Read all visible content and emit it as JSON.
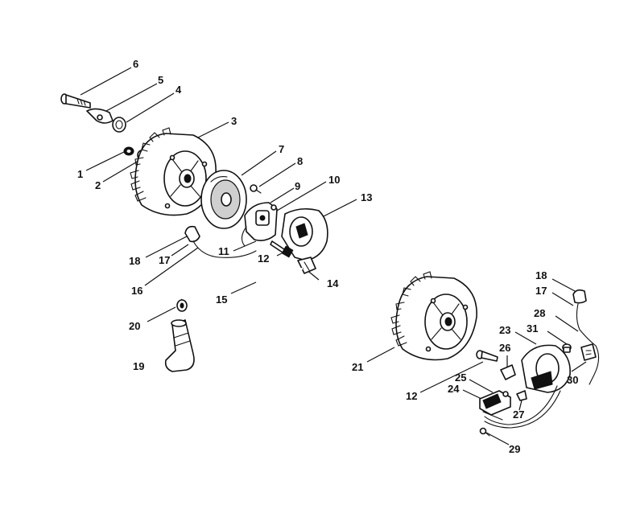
{
  "callouts": {
    "c1": "1",
    "c2": "2",
    "c3": "3",
    "c4": "4",
    "c5": "5",
    "c6": "6",
    "c7": "7",
    "c8": "8",
    "c9": "9",
    "c10": "10",
    "c11": "11",
    "c12a": "12",
    "c12b": "12",
    "c13": "13",
    "c14": "14",
    "c15": "15",
    "c16": "16",
    "c17a": "17",
    "c17b": "17",
    "c18a": "18",
    "c18b": "18",
    "c19": "19",
    "c20": "20",
    "c21": "21",
    "c23": "23",
    "c24": "24",
    "c25": "25",
    "c26": "26",
    "c27": "27",
    "c28": "28",
    "c29": "29",
    "c30": "30",
    "c31": "31"
  },
  "colors": {
    "ink": "#111111",
    "paper": "#ffffff"
  }
}
